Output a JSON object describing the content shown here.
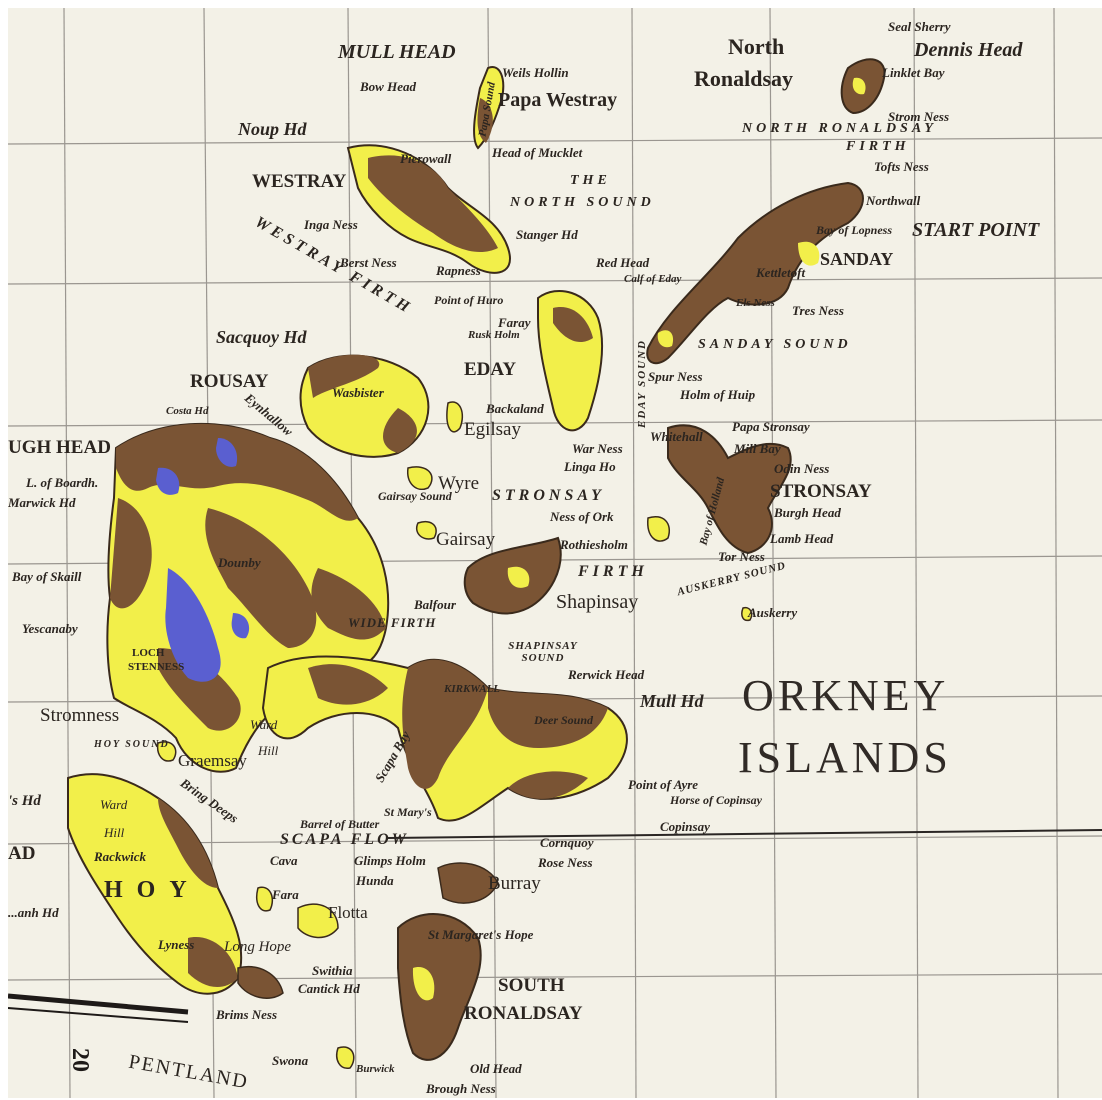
{
  "map": {
    "colors": {
      "paper": "#f3f1e7",
      "grid": "#9a9690",
      "land_brown": "#7a5434",
      "land_yellow": "#f2ef4a",
      "loch_blue": "#5a5fd0",
      "coast": "#3a2a1c",
      "ink": "#2b2520"
    },
    "title_line1": "ORKNEY",
    "title_line2": "ISLANDS",
    "grid_number": "20",
    "labels": [
      {
        "id": "seal-sherry",
        "text": "Seal Sherry"
      },
      {
        "id": "dennis-head",
        "text": "Dennis Head"
      },
      {
        "id": "north",
        "text": "North"
      },
      {
        "id": "ronaldsay",
        "text": "Ronaldsay"
      },
      {
        "id": "linklet-bay",
        "text": "Linklet Bay"
      },
      {
        "id": "stromness-nr",
        "text": "Strom Ness"
      },
      {
        "id": "north-ronaldsay-firth",
        "text": "NORTH RONALDSAY"
      },
      {
        "id": "firth-nr",
        "text": "FIRTH"
      },
      {
        "id": "tofts-ness",
        "text": "Tofts Ness"
      },
      {
        "id": "mull-head-n",
        "text": "MULL HEAD"
      },
      {
        "id": "weils-hollin",
        "text": "Weils Hollin"
      },
      {
        "id": "papa-westray",
        "text": "Papa Westray"
      },
      {
        "id": "bow-head",
        "text": "Bow Head"
      },
      {
        "id": "papa-sound",
        "text": "Papa Sound"
      },
      {
        "id": "noup-hd",
        "text": "Noup Hd"
      },
      {
        "id": "pierowall",
        "text": "Pierowall"
      },
      {
        "id": "head-of-mucklet",
        "text": "Head of Mucklet"
      },
      {
        "id": "the",
        "text": "THE"
      },
      {
        "id": "north-sound",
        "text": "NORTH SOUND"
      },
      {
        "id": "westray",
        "text": "WESTRAY"
      },
      {
        "id": "inga-ness",
        "text": "Inga Ness"
      },
      {
        "id": "stanger-hd",
        "text": "Stanger Hd"
      },
      {
        "id": "northwall",
        "text": "Northwall"
      },
      {
        "id": "start-point",
        "text": "START POINT"
      },
      {
        "id": "bay-of-lopness",
        "text": "Bay of Lopness"
      },
      {
        "id": "sanday",
        "text": "SANDAY"
      },
      {
        "id": "westray-firth",
        "text": "WESTRAY FIRTH"
      },
      {
        "id": "berst-ness",
        "text": "Berst Ness"
      },
      {
        "id": "rapness",
        "text": "Rapness"
      },
      {
        "id": "red-head",
        "text": "Red Head"
      },
      {
        "id": "calf-of-eday",
        "text": "Calf of Eday"
      },
      {
        "id": "kettletoft",
        "text": "Kettletoft"
      },
      {
        "id": "els-ness",
        "text": "Els Ness"
      },
      {
        "id": "tres-ness",
        "text": "Tres Ness"
      },
      {
        "id": "point-of-huro",
        "text": "Point of Huro"
      },
      {
        "id": "faray",
        "text": "Faray"
      },
      {
        "id": "rusk-holm",
        "text": "Rusk Holm"
      },
      {
        "id": "sacquoy-hd",
        "text": "Sacquoy Hd"
      },
      {
        "id": "sanday-sound",
        "text": "SANDAY SOUND"
      },
      {
        "id": "eday",
        "text": "EDAY"
      },
      {
        "id": "rousay",
        "text": "ROUSAY"
      },
      {
        "id": "wasbister",
        "text": "Wasbister"
      },
      {
        "id": "spur-ness",
        "text": "Spur Ness"
      },
      {
        "id": "holm-of-huip",
        "text": "Holm of Huip"
      },
      {
        "id": "backaland",
        "text": "Backaland"
      },
      {
        "id": "papa-stronsay",
        "text": "Papa Stronsay"
      },
      {
        "id": "costa-hd",
        "text": "Costa Hd"
      },
      {
        "id": "eynhallow",
        "text": "Eynhallow"
      },
      {
        "id": "egilsay",
        "text": "Egilsay"
      },
      {
        "id": "eday-sound",
        "text": "EDAY SOUND"
      },
      {
        "id": "war-ness",
        "text": "War Ness"
      },
      {
        "id": "whitehall",
        "text": "Whitehall"
      },
      {
        "id": "mill-bay",
        "text": "Mill Bay"
      },
      {
        "id": "linga-ho",
        "text": "Linga Ho"
      },
      {
        "id": "odin-ness",
        "text": "Odin Ness"
      },
      {
        "id": "brough-head-w",
        "text": "UGH HEAD"
      },
      {
        "id": "wyre",
        "text": "Wyre"
      },
      {
        "id": "stronsay-firth",
        "text": "STRONSAY"
      },
      {
        "id": "stronsay",
        "text": "STRONSAY"
      },
      {
        "id": "loch-of-boardhouse",
        "text": "L. of Boardh."
      },
      {
        "id": "marwick-hd",
        "text": "Marwick Hd"
      },
      {
        "id": "gairsay-sound",
        "text": "Gairsay Sound"
      },
      {
        "id": "ness-of-ork",
        "text": "Ness of Ork"
      },
      {
        "id": "burgh-head",
        "text": "Burgh Head"
      },
      {
        "id": "bay-of-holland",
        "text": "Bay of Holland"
      },
      {
        "id": "gairsay",
        "text": "Gairsay"
      },
      {
        "id": "rothiesholm",
        "text": "Rothiesholm"
      },
      {
        "id": "lamb-head",
        "text": "Lamb Head"
      },
      {
        "id": "dounby",
        "text": "Dounby"
      },
      {
        "id": "tor-ness",
        "text": "Tor Ness"
      },
      {
        "id": "bay-of-skaill",
        "text": "Bay of Skaill"
      },
      {
        "id": "firth-s",
        "text": "FIRTH"
      },
      {
        "id": "auskerry-sound",
        "text": "AUSKERRY SOUND"
      },
      {
        "id": "balfour",
        "text": "Balfour"
      },
      {
        "id": "shapinsay",
        "text": "Shapinsay"
      },
      {
        "id": "auskerry",
        "text": "Auskerry"
      },
      {
        "id": "yescanaby",
        "text": "Yescanaby"
      },
      {
        "id": "wide-firth",
        "text": "WIDE FIRTH"
      },
      {
        "id": "shapinsay-sound",
        "text": "SHAPINSAY SOUND"
      },
      {
        "id": "kerwick-head",
        "text": "Rerwick Head"
      },
      {
        "id": "kirkwall",
        "text": "KIRKWALL"
      },
      {
        "id": "mull-hd",
        "text": "Mull Hd"
      },
      {
        "id": "stromness",
        "text": "Stromness"
      },
      {
        "id": "ward-hill-m",
        "text": "Ward"
      },
      {
        "id": "hill-m",
        "text": "Hill"
      },
      {
        "id": "hoy-sound",
        "text": "HOY SOUND"
      },
      {
        "id": "deer-sound",
        "text": "Deer Sound"
      },
      {
        "id": "graemsay",
        "text": "Graemsay"
      },
      {
        "id": "scapa-bay",
        "text": "Scapa Bay"
      },
      {
        "id": "point-of-ayre",
        "text": "Point of Ayre"
      },
      {
        "id": "horse-of-copinsay",
        "text": "Horse of Copinsay"
      },
      {
        "id": "bring-deeps",
        "text": "Bring Deeps"
      },
      {
        "id": "copinsay",
        "text": "Copinsay"
      },
      {
        "id": "ward-hoy",
        "text": "Ward"
      },
      {
        "id": "hill-hoy",
        "text": "Hill"
      },
      {
        "id": "st-marys",
        "text": "St Mary's"
      },
      {
        "id": "barrel-of-butter",
        "text": "Barrel of Butter"
      },
      {
        "id": "scapa-flow",
        "text": "SCAPA FLOW"
      },
      {
        "id": "cornquoy",
        "text": "Cornquoy"
      },
      {
        "id": "rackwick",
        "text": "Rackwick"
      },
      {
        "id": "cava",
        "text": "Cava"
      },
      {
        "id": "glimps-holm",
        "text": "Glimps Holm"
      },
      {
        "id": "rose-ness",
        "text": "Rose Ness"
      },
      {
        "id": "hoy",
        "text": "HOY"
      },
      {
        "id": "fara",
        "text": "Fara"
      },
      {
        "id": "hunda",
        "text": "Hunda"
      },
      {
        "id": "burray",
        "text": "Burray"
      },
      {
        "id": "flotta",
        "text": "Flotta"
      },
      {
        "id": "st-margarets-hope",
        "text": "St Margaret's Hope"
      },
      {
        "id": "lyness",
        "text": "Lyness"
      },
      {
        "id": "longhope",
        "text": "Long Hope"
      },
      {
        "id": "swithia",
        "text": "Swithia"
      },
      {
        "id": "cantick-hd",
        "text": "Cantick Hd"
      },
      {
        "id": "south",
        "text": "SOUTH"
      },
      {
        "id": "ronaldsay-s",
        "text": "RONALDSAY"
      },
      {
        "id": "brims-ness",
        "text": "Brims Ness"
      },
      {
        "id": "swona",
        "text": "Swona"
      },
      {
        "id": "burwick",
        "text": "Burwick"
      },
      {
        "id": "old-head",
        "text": "Old Head"
      },
      {
        "id": "pentland",
        "text": "PENTLAND"
      },
      {
        "id": "brough-ness",
        "text": "Brough Ness"
      },
      {
        "id": "rora-hd",
        "text": "'s Hd"
      },
      {
        "id": "ad",
        "text": "AD"
      },
      {
        "id": "tor-hd",
        "text": "...anh Hd"
      },
      {
        "id": "loch-stenness",
        "text": "LOCH"
      },
      {
        "id": "stenness",
        "text": "STENNESS"
      }
    ]
  }
}
